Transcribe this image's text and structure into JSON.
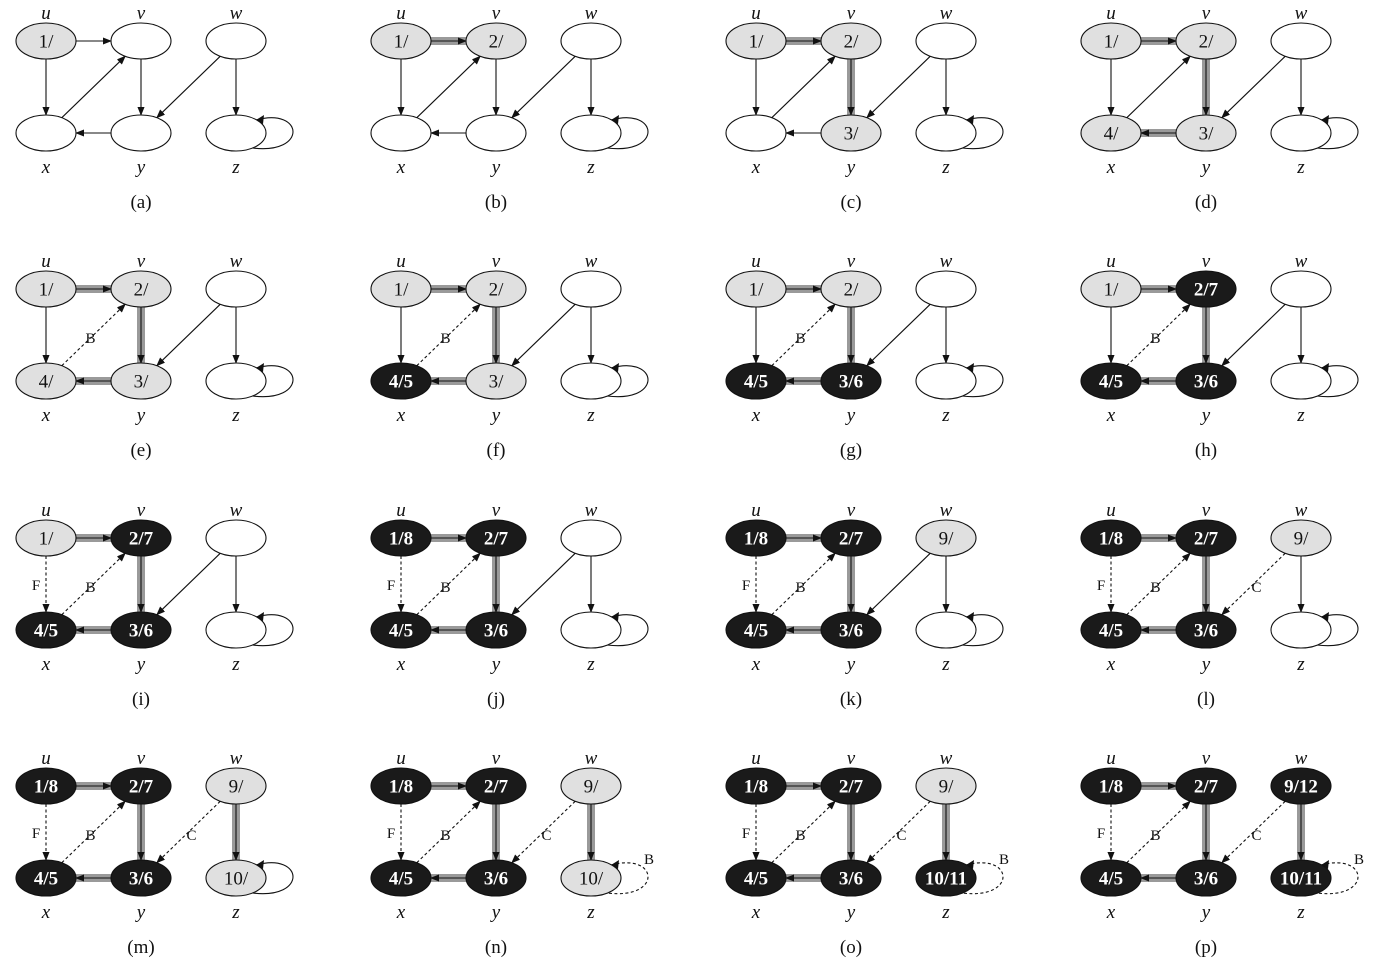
{
  "vertices": [
    "u",
    "v",
    "w",
    "x",
    "y",
    "z"
  ],
  "panels": [
    {
      "caption": "(a)",
      "nodes": {
        "u": {
          "color": "gray",
          "label": "1/"
        },
        "v": {
          "color": "white",
          "label": ""
        },
        "w": {
          "color": "white",
          "label": ""
        },
        "x": {
          "color": "white",
          "label": ""
        },
        "y": {
          "color": "white",
          "label": ""
        },
        "z": {
          "color": "white",
          "label": ""
        }
      },
      "edges": {
        "uv": "normal",
        "ux": "normal",
        "xv": "normal",
        "vy": "normal",
        "yx": "normal",
        "wy": "normal",
        "wz": "normal",
        "zz": "normal"
      }
    },
    {
      "caption": "(b)",
      "nodes": {
        "u": {
          "color": "gray",
          "label": "1/"
        },
        "v": {
          "color": "gray",
          "label": "2/"
        },
        "w": {
          "color": "white",
          "label": ""
        },
        "x": {
          "color": "white",
          "label": ""
        },
        "y": {
          "color": "white",
          "label": ""
        },
        "z": {
          "color": "white",
          "label": ""
        }
      },
      "edges": {
        "uv": "tree",
        "ux": "normal",
        "xv": "normal",
        "vy": "normal",
        "yx": "normal",
        "wy": "normal",
        "wz": "normal",
        "zz": "normal"
      }
    },
    {
      "caption": "(c)",
      "nodes": {
        "u": {
          "color": "gray",
          "label": "1/"
        },
        "v": {
          "color": "gray",
          "label": "2/"
        },
        "w": {
          "color": "white",
          "label": ""
        },
        "x": {
          "color": "white",
          "label": ""
        },
        "y": {
          "color": "gray",
          "label": "3/"
        },
        "z": {
          "color": "white",
          "label": ""
        }
      },
      "edges": {
        "uv": "tree",
        "ux": "normal",
        "xv": "normal",
        "vy": "tree",
        "yx": "normal",
        "wy": "normal",
        "wz": "normal",
        "zz": "normal"
      }
    },
    {
      "caption": "(d)",
      "nodes": {
        "u": {
          "color": "gray",
          "label": "1/"
        },
        "v": {
          "color": "gray",
          "label": "2/"
        },
        "w": {
          "color": "white",
          "label": ""
        },
        "x": {
          "color": "gray",
          "label": "4/"
        },
        "y": {
          "color": "gray",
          "label": "3/"
        },
        "z": {
          "color": "white",
          "label": ""
        }
      },
      "edges": {
        "uv": "tree",
        "ux": "normal",
        "xv": "normal",
        "vy": "tree",
        "yx": "tree",
        "wy": "normal",
        "wz": "normal",
        "zz": "normal"
      }
    },
    {
      "caption": "(e)",
      "nodes": {
        "u": {
          "color": "gray",
          "label": "1/"
        },
        "v": {
          "color": "gray",
          "label": "2/"
        },
        "w": {
          "color": "white",
          "label": ""
        },
        "x": {
          "color": "gray",
          "label": "4/"
        },
        "y": {
          "color": "gray",
          "label": "3/"
        },
        "z": {
          "color": "white",
          "label": ""
        }
      },
      "edges": {
        "uv": "tree",
        "ux": "normal",
        "xv": "B",
        "vy": "tree",
        "yx": "tree",
        "wy": "normal",
        "wz": "normal",
        "zz": "normal"
      }
    },
    {
      "caption": "(f)",
      "nodes": {
        "u": {
          "color": "gray",
          "label": "1/"
        },
        "v": {
          "color": "gray",
          "label": "2/"
        },
        "w": {
          "color": "white",
          "label": ""
        },
        "x": {
          "color": "black",
          "label": "4/5"
        },
        "y": {
          "color": "gray",
          "label": "3/"
        },
        "z": {
          "color": "white",
          "label": ""
        }
      },
      "edges": {
        "uv": "tree",
        "ux": "normal",
        "xv": "B",
        "vy": "tree",
        "yx": "tree",
        "wy": "normal",
        "wz": "normal",
        "zz": "normal"
      }
    },
    {
      "caption": "(g)",
      "nodes": {
        "u": {
          "color": "gray",
          "label": "1/"
        },
        "v": {
          "color": "gray",
          "label": "2/"
        },
        "w": {
          "color": "white",
          "label": ""
        },
        "x": {
          "color": "black",
          "label": "4/5"
        },
        "y": {
          "color": "black",
          "label": "3/6"
        },
        "z": {
          "color": "white",
          "label": ""
        }
      },
      "edges": {
        "uv": "tree",
        "ux": "normal",
        "xv": "B",
        "vy": "tree",
        "yx": "tree",
        "wy": "normal",
        "wz": "normal",
        "zz": "normal"
      }
    },
    {
      "caption": "(h)",
      "nodes": {
        "u": {
          "color": "gray",
          "label": "1/"
        },
        "v": {
          "color": "black",
          "label": "2/7"
        },
        "w": {
          "color": "white",
          "label": ""
        },
        "x": {
          "color": "black",
          "label": "4/5"
        },
        "y": {
          "color": "black",
          "label": "3/6"
        },
        "z": {
          "color": "white",
          "label": ""
        }
      },
      "edges": {
        "uv": "tree",
        "ux": "normal",
        "xv": "B",
        "vy": "tree",
        "yx": "tree",
        "wy": "normal",
        "wz": "normal",
        "zz": "normal"
      }
    },
    {
      "caption": "(i)",
      "nodes": {
        "u": {
          "color": "gray",
          "label": "1/"
        },
        "v": {
          "color": "black",
          "label": "2/7"
        },
        "w": {
          "color": "white",
          "label": ""
        },
        "x": {
          "color": "black",
          "label": "4/5"
        },
        "y": {
          "color": "black",
          "label": "3/6"
        },
        "z": {
          "color": "white",
          "label": ""
        }
      },
      "edges": {
        "uv": "tree",
        "ux": "F",
        "xv": "B",
        "vy": "tree",
        "yx": "tree",
        "wy": "normal",
        "wz": "normal",
        "zz": "normal"
      }
    },
    {
      "caption": "(j)",
      "nodes": {
        "u": {
          "color": "black",
          "label": "1/8"
        },
        "v": {
          "color": "black",
          "label": "2/7"
        },
        "w": {
          "color": "white",
          "label": ""
        },
        "x": {
          "color": "black",
          "label": "4/5"
        },
        "y": {
          "color": "black",
          "label": "3/6"
        },
        "z": {
          "color": "white",
          "label": ""
        }
      },
      "edges": {
        "uv": "tree",
        "ux": "F",
        "xv": "B",
        "vy": "tree",
        "yx": "tree",
        "wy": "normal",
        "wz": "normal",
        "zz": "normal"
      }
    },
    {
      "caption": "(k)",
      "nodes": {
        "u": {
          "color": "black",
          "label": "1/8"
        },
        "v": {
          "color": "black",
          "label": "2/7"
        },
        "w": {
          "color": "gray",
          "label": "9/"
        },
        "x": {
          "color": "black",
          "label": "4/5"
        },
        "y": {
          "color": "black",
          "label": "3/6"
        },
        "z": {
          "color": "white",
          "label": ""
        }
      },
      "edges": {
        "uv": "tree",
        "ux": "F",
        "xv": "B",
        "vy": "tree",
        "yx": "tree",
        "wy": "normal",
        "wz": "normal",
        "zz": "normal"
      }
    },
    {
      "caption": "(l)",
      "nodes": {
        "u": {
          "color": "black",
          "label": "1/8"
        },
        "v": {
          "color": "black",
          "label": "2/7"
        },
        "w": {
          "color": "gray",
          "label": "9/"
        },
        "x": {
          "color": "black",
          "label": "4/5"
        },
        "y": {
          "color": "black",
          "label": "3/6"
        },
        "z": {
          "color": "white",
          "label": ""
        }
      },
      "edges": {
        "uv": "tree",
        "ux": "F",
        "xv": "B",
        "vy": "tree",
        "yx": "tree",
        "wy": "C",
        "wz": "normal",
        "zz": "normal"
      }
    },
    {
      "caption": "(m)",
      "nodes": {
        "u": {
          "color": "black",
          "label": "1/8"
        },
        "v": {
          "color": "black",
          "label": "2/7"
        },
        "w": {
          "color": "gray",
          "label": "9/"
        },
        "x": {
          "color": "black",
          "label": "4/5"
        },
        "y": {
          "color": "black",
          "label": "3/6"
        },
        "z": {
          "color": "gray",
          "label": "10/"
        }
      },
      "edges": {
        "uv": "tree",
        "ux": "F",
        "xv": "B",
        "vy": "tree",
        "yx": "tree",
        "wy": "C",
        "wz": "tree",
        "zz": "normal"
      }
    },
    {
      "caption": "(n)",
      "nodes": {
        "u": {
          "color": "black",
          "label": "1/8"
        },
        "v": {
          "color": "black",
          "label": "2/7"
        },
        "w": {
          "color": "gray",
          "label": "9/"
        },
        "x": {
          "color": "black",
          "label": "4/5"
        },
        "y": {
          "color": "black",
          "label": "3/6"
        },
        "z": {
          "color": "gray",
          "label": "10/"
        }
      },
      "edges": {
        "uv": "tree",
        "ux": "F",
        "xv": "B",
        "vy": "tree",
        "yx": "tree",
        "wy": "C",
        "wz": "tree",
        "zz": "B"
      }
    },
    {
      "caption": "(o)",
      "nodes": {
        "u": {
          "color": "black",
          "label": "1/8"
        },
        "v": {
          "color": "black",
          "label": "2/7"
        },
        "w": {
          "color": "gray",
          "label": "9/"
        },
        "x": {
          "color": "black",
          "label": "4/5"
        },
        "y": {
          "color": "black",
          "label": "3/6"
        },
        "z": {
          "color": "black",
          "label": "10/11"
        }
      },
      "edges": {
        "uv": "tree",
        "ux": "F",
        "xv": "B",
        "vy": "tree",
        "yx": "tree",
        "wy": "C",
        "wz": "tree",
        "zz": "B"
      }
    },
    {
      "caption": "(p)",
      "nodes": {
        "u": {
          "color": "black",
          "label": "1/8"
        },
        "v": {
          "color": "black",
          "label": "2/7"
        },
        "w": {
          "color": "black",
          "label": "9/12"
        },
        "x": {
          "color": "black",
          "label": "4/5"
        },
        "y": {
          "color": "black",
          "label": "3/6"
        },
        "z": {
          "color": "black",
          "label": "10/11"
        }
      },
      "edges": {
        "uv": "tree",
        "ux": "F",
        "xv": "B",
        "vy": "tree",
        "yx": "tree",
        "wy": "C",
        "wz": "tree",
        "zz": "B"
      }
    }
  ],
  "colors": {
    "gray_fill": "#e0e0e0",
    "black_fill": "#1a1a1a",
    "white_fill": "#ffffff",
    "tree_edge": "#9a9a9a",
    "stroke": "#111111"
  }
}
